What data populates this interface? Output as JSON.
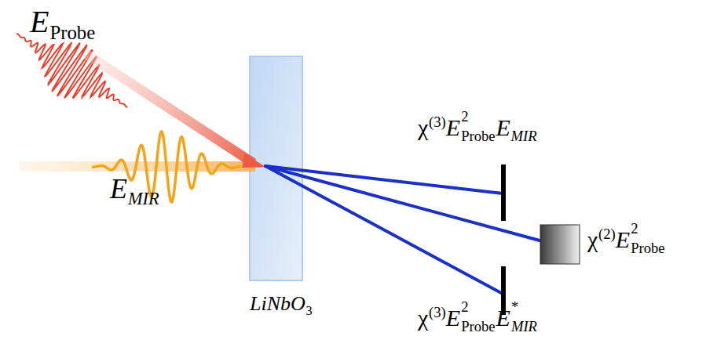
{
  "diagram": {
    "labels": [
      "E",
      "Probe",
      "χ",
      "(3)",
      "E",
      "2",
      "Probe",
      "E",
      "MIR",
      "E",
      "MIR",
      "χ",
      "(2)",
      "E",
      "2",
      "Probe",
      "LiNbO",
      "3",
      "χ",
      "(3)",
      "E",
      "2",
      "Probe",
      "E",
      "*",
      "MIR"
    ]
  }
}
